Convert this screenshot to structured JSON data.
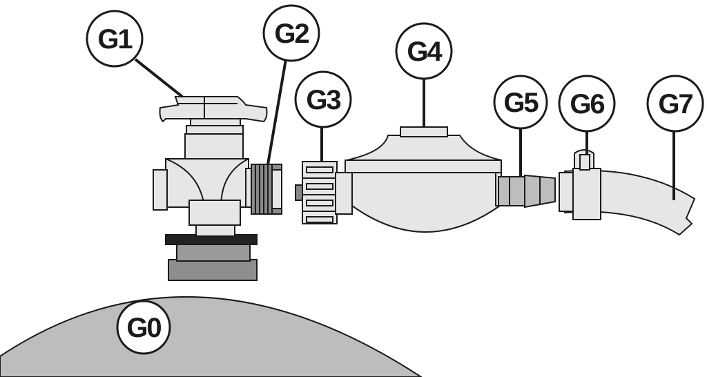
{
  "labels": {
    "g0": "G0",
    "g1": "G1",
    "g2": "G2",
    "g3": "G3",
    "g4": "G4",
    "g5": "G5",
    "g6": "G6",
    "g7": "G7"
  },
  "colors": {
    "outline": "#1a1a1a",
    "light_fill": "#e6e6e6",
    "cylinder_fill": "#bdbdbd",
    "collar_dark": "#222222"
  }
}
